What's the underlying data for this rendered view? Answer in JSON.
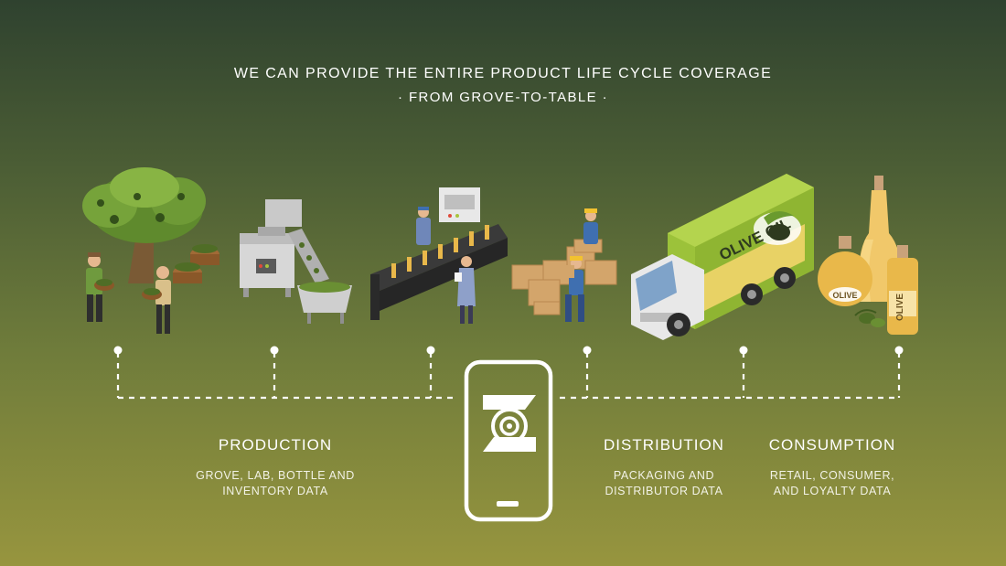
{
  "header": {
    "line1": "WE CAN PROVIDE THE ENTIRE PRODUCT LIFE CYCLE COVERAGE",
    "line2": "· FROM GROVE-TO-TABLE ·"
  },
  "truck": {
    "side_text": "OLIVE OIL"
  },
  "bottles": {
    "large_label": "OLIVE",
    "round_label": "OLIVE"
  },
  "stages": {
    "production": {
      "title": "PRODUCTION",
      "desc_line1": "GROVE, LAB, BOTTLE AND",
      "desc_line2": "INVENTORY DATA"
    },
    "distribution": {
      "title": "DISTRIBUTION",
      "desc_line1": "PACKAGING AND",
      "desc_line2": "DISTRIBUTOR DATA"
    },
    "consumption": {
      "title": "CONSUMPTION",
      "desc_line1": "RETAIL, CONSUMER,",
      "desc_line2": "AND LOYALTY DATA"
    }
  },
  "icons": {
    "phone": "smartphone-icon",
    "logo": "brand-logo-icon"
  },
  "colors": {
    "accent_green": "#a8c43c",
    "olive_oil_gold": "#e9b84a",
    "truck_green": "#9cc23a"
  }
}
